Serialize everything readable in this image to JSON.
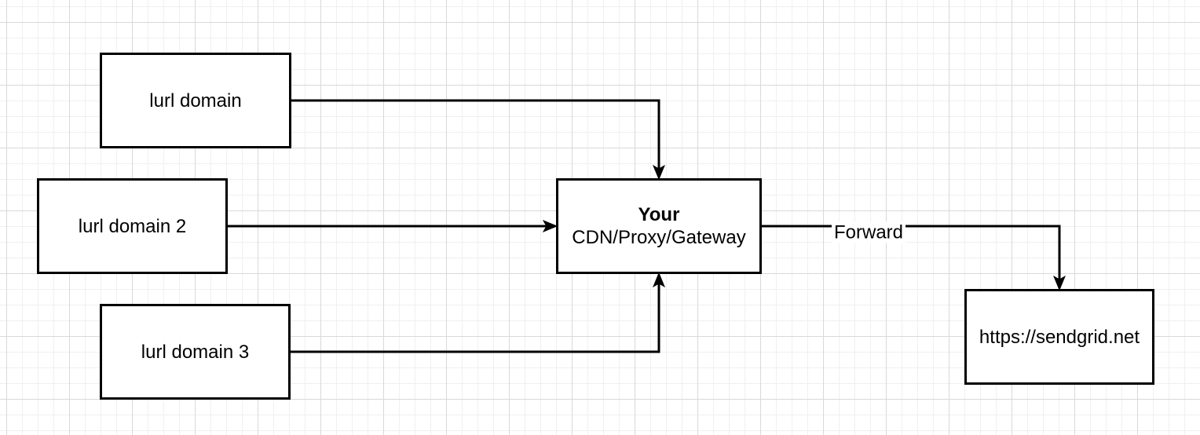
{
  "canvas": {
    "background_color": "#ffffff",
    "grid_minor_color": "#f0f0f0",
    "grid_major_color": "#d9d9d9",
    "stroke_color": "#000000"
  },
  "nodes": {
    "lurl_domain": {
      "label": "lurl domain"
    },
    "lurl_domain_2": {
      "label": "lurl domain 2"
    },
    "lurl_domain_3": {
      "label": "lurl domain 3"
    },
    "gateway": {
      "title": "Your",
      "subtitle": "CDN/Proxy/Gateway"
    },
    "sendgrid": {
      "label": "https://sendgrid.net"
    }
  },
  "edges": {
    "lurl_domain_to_gateway": {
      "label": ""
    },
    "lurl_domain_2_to_gateway": {
      "label": ""
    },
    "lurl_domain_3_to_gateway": {
      "label": ""
    },
    "gateway_to_sendgrid": {
      "label": "Forward"
    }
  }
}
